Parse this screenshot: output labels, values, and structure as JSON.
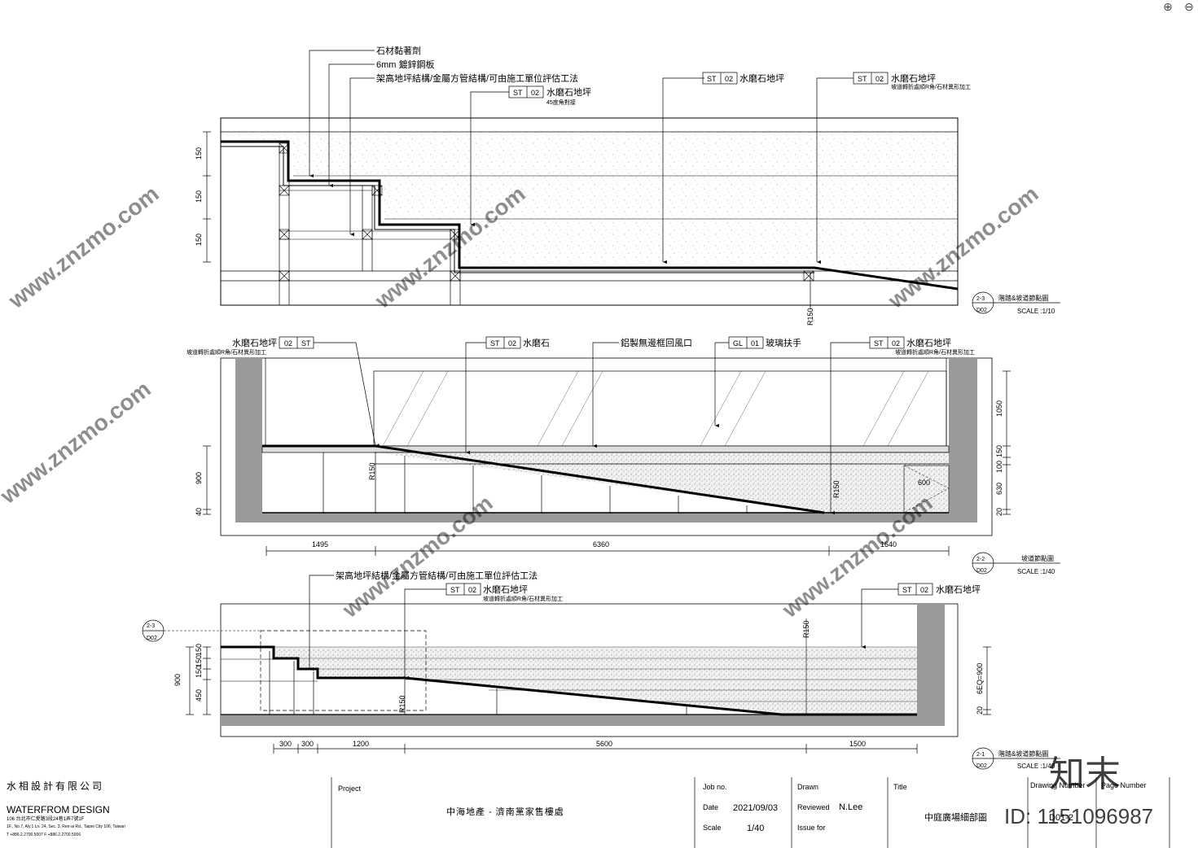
{
  "toolbar": {
    "zoom_in_icon": "zoom-in-icon",
    "zoom_out_icon": "zoom-out-icon"
  },
  "section1": {
    "callouts": {
      "c1": "石材黏著劑",
      "c2": "6mm 鍍鋅鋼板",
      "c3": "架高地坪結構/金屬方管結構/可由施工單位評估工法",
      "c4_tag": [
        "ST",
        "02"
      ],
      "c4_text": "水磨石地坪",
      "c4_sub": "45度角對接",
      "c5_tag": [
        "ST",
        "02"
      ],
      "c5_text": "水磨石地坪",
      "c6_tag": [
        "ST",
        "02"
      ],
      "c6_text": "水磨石地坪",
      "c6_sub": "坡道轉折處順R角/石材異形加工"
    },
    "dims": [
      "150",
      "150",
      "150",
      "R150"
    ],
    "ref": {
      "num": "2-3",
      "sheet": "D02",
      "title": "階踏&坡道節點圖",
      "scale": "SCALE :1/10"
    }
  },
  "section2": {
    "callouts": {
      "l1_text": "水磨石地坪",
      "l1_tag": [
        "02",
        "ST"
      ],
      "l1_sub": "坡道轉折處順R角/石材異形加工",
      "l2_tag": [
        "ST",
        "02"
      ],
      "l2_text": "水磨石",
      "l3_text": "鋁製無邊框回風口",
      "l4_tag": [
        "GL",
        "01"
      ],
      "l4_text": "玻璃扶手",
      "l5_tag": [
        "ST",
        "02"
      ],
      "l5_text": "水磨石地坪",
      "l5_sub": "坡道轉折處順R角/石材異形加工"
    },
    "left_dims": [
      "900",
      "40"
    ],
    "right_dims": [
      "1050",
      "150",
      "100",
      "630",
      "20"
    ],
    "radius_labels": [
      "R150",
      "R150"
    ],
    "inner_dim": "600",
    "bottom_dims": [
      "1495",
      "6360",
      "1640"
    ],
    "ref": {
      "num": "2-2",
      "sheet": "D02",
      "title": "坡道節點圖",
      "scale": "SCALE :1/40"
    }
  },
  "section3": {
    "callouts": {
      "a1": "架高地坪結構/金屬方管結構/可由施工單位評估工法",
      "a2_tag": [
        "ST",
        "02"
      ],
      "a2_text": "水磨石地坪",
      "a2_sub": "坡道轉折處順R角/石材異形加工",
      "a3_tag": [
        "ST",
        "02"
      ],
      "a3_text": "水磨石地坪"
    },
    "left_dims": [
      "900",
      "150",
      "150",
      "150",
      "450"
    ],
    "right_dims": [
      "6EQ=900",
      "20"
    ],
    "radius_labels": [
      "R150",
      "R150"
    ],
    "detail_ref": {
      "num": "2-3",
      "sheet": "D02"
    },
    "bottom_dims": [
      "300",
      "300",
      "1200",
      "5600",
      "1500"
    ],
    "ref": {
      "num": "2-1",
      "sheet": "D02",
      "title": "階踏&坡道節點圖",
      "scale": "SCALE :1/40"
    }
  },
  "title_block": {
    "company_cn": "水相設計有限公司",
    "company_en": "WATERFROM DESIGN",
    "address_cn": "106 台北市仁愛路3段24巷1弄7號1F",
    "address_en": "1F., No.7, Aly.1 Ln. 24, Sec. 3, Ren-ai Rd., Taipei City 106, Taiwan",
    "phone": "T +886.2.2700.5007  F +886.2.2700.5006",
    "project_label": "Project",
    "project_name": "中海地產 - 濟南黨家售樓處",
    "job_label": "Job no.",
    "date_label": "Date",
    "date_value": "2021/09/03",
    "scale_label": "Scale",
    "scale_value": "1/40",
    "drawn_label": "Drawn",
    "reviewed_label": "Reviewed",
    "reviewed_value": "N.Lee",
    "issue_label": "Issue for",
    "title_label": "Title",
    "title_value": "中庭廣場細部圖",
    "drawing_number_label": "Drawing Number",
    "page_number_label": "Page Number",
    "drawing_number_value": "D01-2"
  },
  "watermark": {
    "site": "www.znzmo.com",
    "logo": "知末",
    "id": "ID: 1151096987"
  }
}
